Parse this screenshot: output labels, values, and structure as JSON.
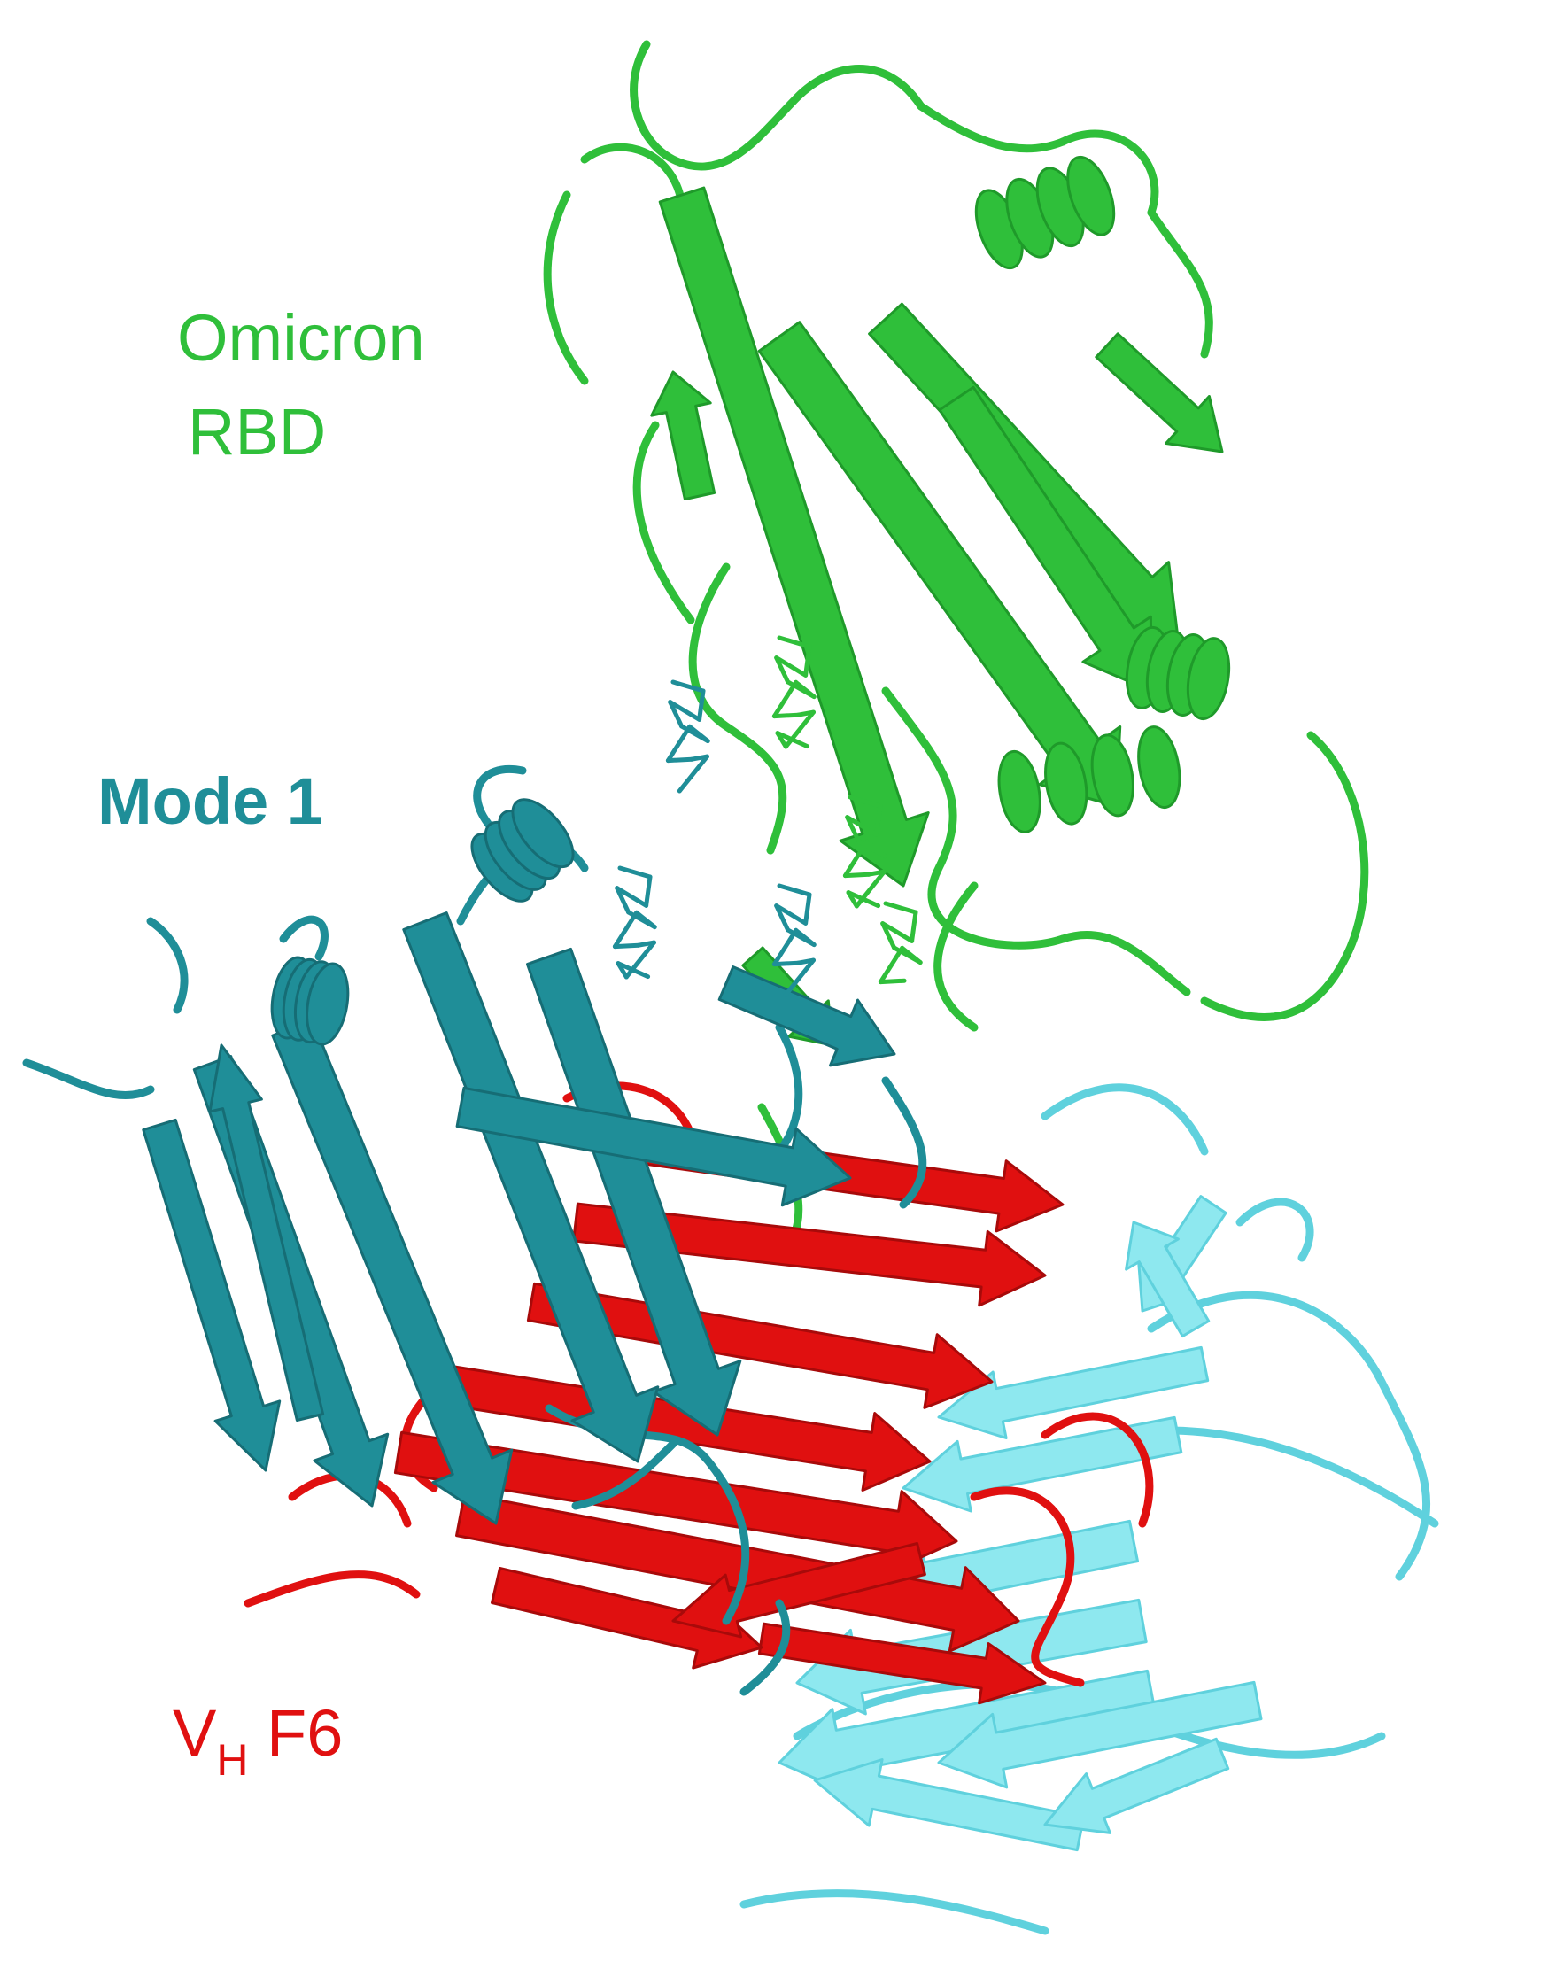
{
  "colors": {
    "rbd": "#2fbf3a",
    "rbd_dark": "#1f9a2a",
    "mode1": "#1f8e98",
    "mode1_dark": "#166d75",
    "vh": "#e01010",
    "vh_dark": "#a80a0a",
    "light_chain": "#5fd1dd",
    "light_chain_pale": "#8ee8ef"
  },
  "labels": {
    "rbd_line1": "Omicron",
    "rbd_line2": "RBD",
    "mode": "Mode 1",
    "vh_main": "V",
    "vh_sub": "H",
    "vh_suffix": " F6"
  }
}
